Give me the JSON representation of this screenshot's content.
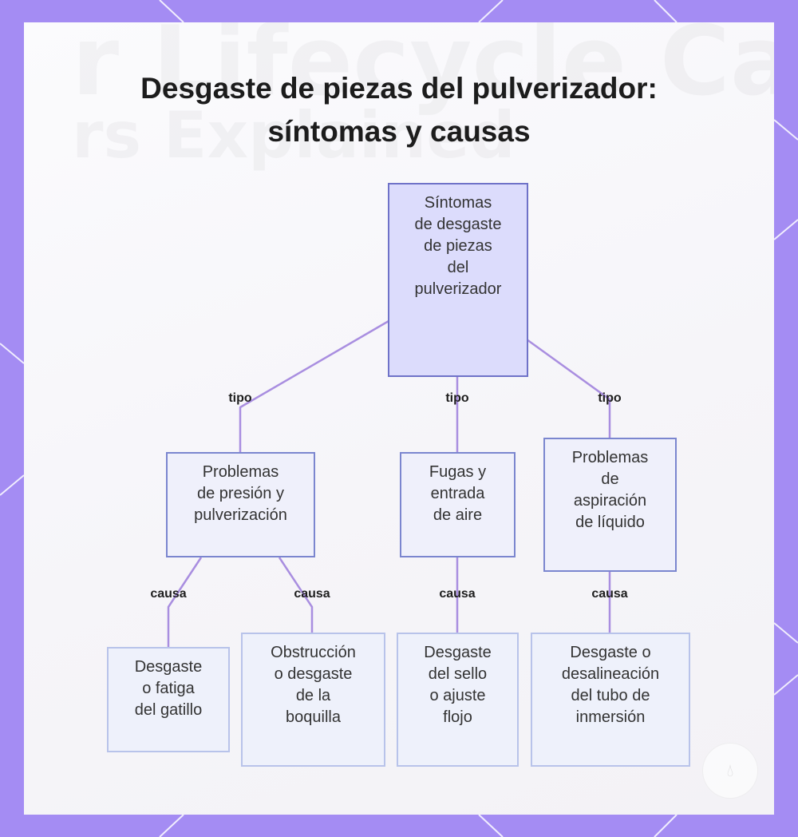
{
  "title": {
    "line1": "Desgaste de piezas del pulverizador:",
    "line2": "síntomas y causas"
  },
  "colors": {
    "frame": "#a48cf3",
    "edge": "#a98ee0",
    "root_fill": "#dcdcfc",
    "root_border": "#6f72c8",
    "mid_border": "#7b86cf",
    "leaf_border": "#b8c3ea"
  },
  "nodes": {
    "root": "Síntomas\nde desgaste\nde piezas\ndel\npulverizador",
    "pressure": "Problemas\nde presión y\npulverización",
    "leaks": "Fugas y\nentrada\nde aire",
    "suction": "Problemas\nde\naspiración\nde líquido",
    "trigger": "Desgaste\no fatiga\ndel gatillo",
    "nozzle": "Obstrucción\no desgaste\nde la\nboquilla",
    "seal": "Desgaste\ndel sello\no ajuste\nflojo",
    "tube": "Desgaste o\ndesalineación\ndel tubo de\ninmersión"
  },
  "edge_labels": {
    "type_left": "tipo",
    "type_center": "tipo",
    "type_right": "tipo",
    "cause_trigger": "causa",
    "cause_nozzle": "causa",
    "cause_seal": "causa",
    "cause_tube": "causa"
  },
  "badge_icon": "drop-icon"
}
